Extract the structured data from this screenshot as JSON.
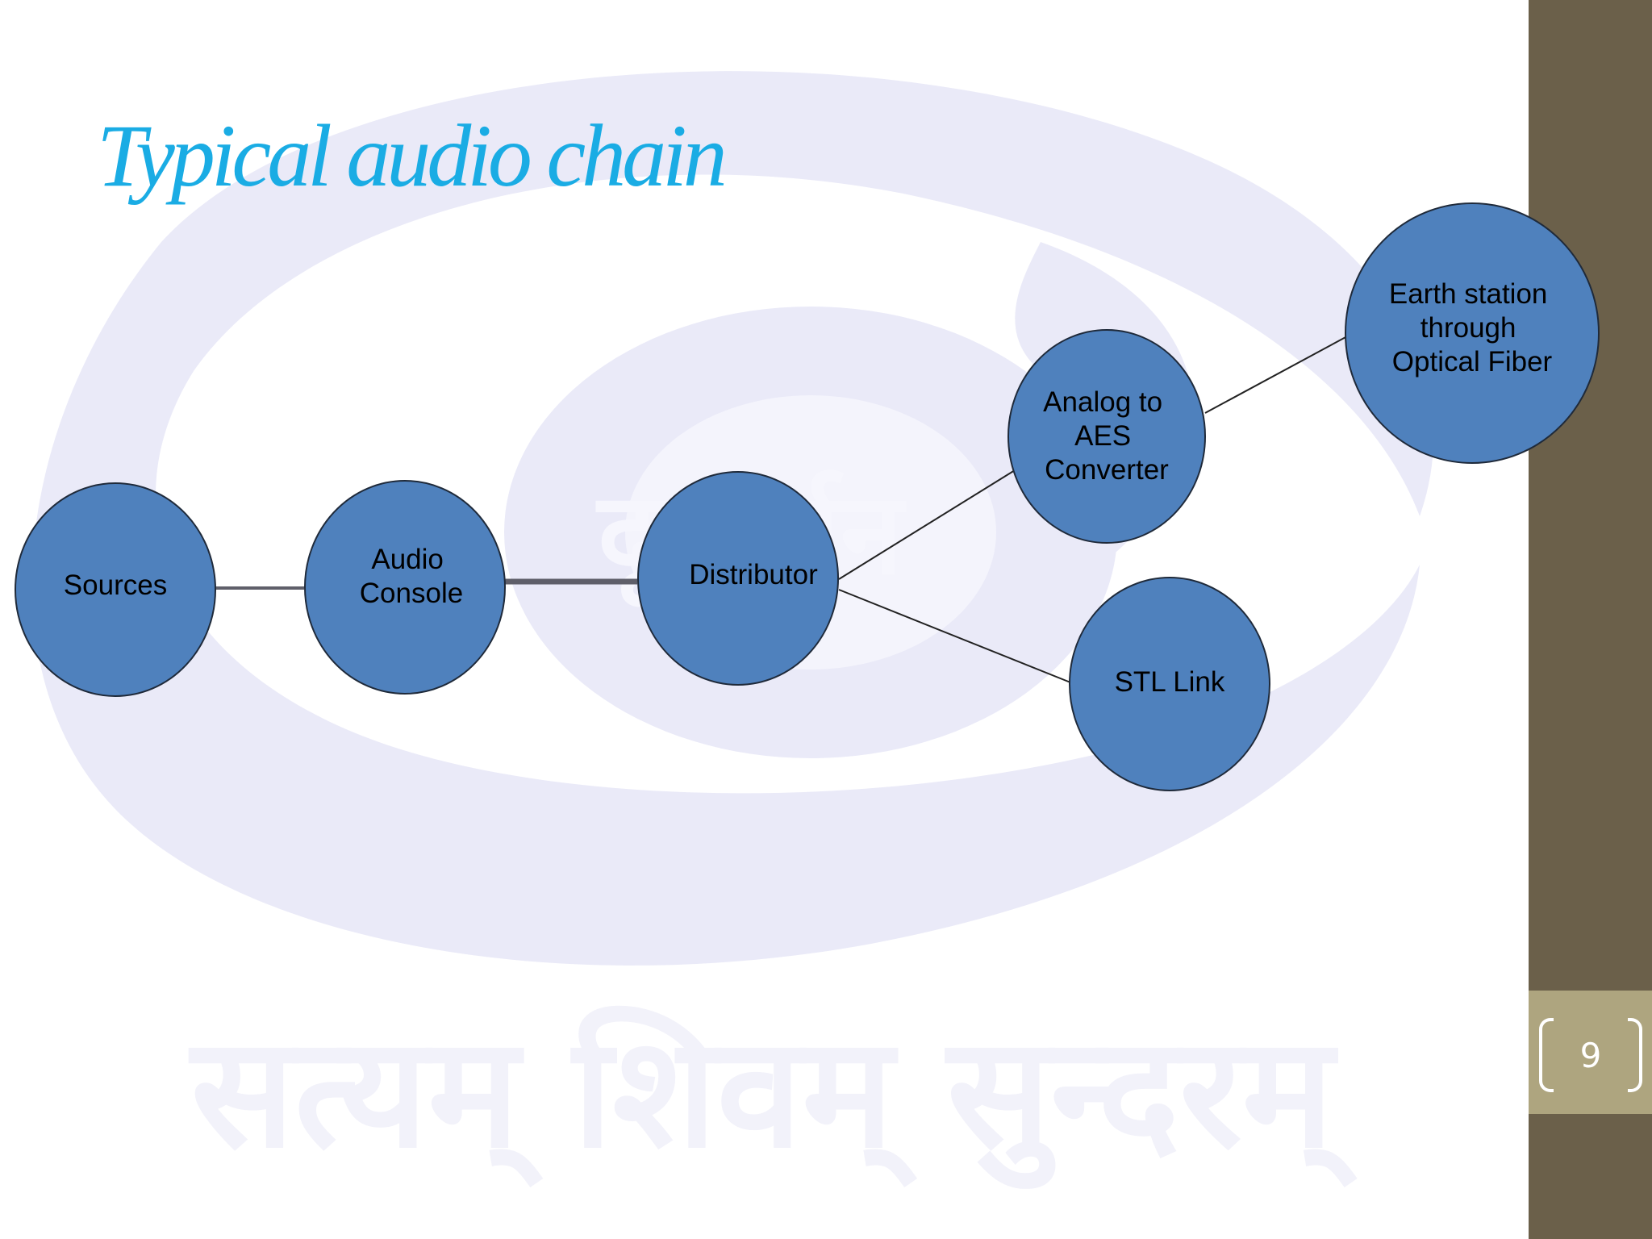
{
  "slide": {
    "title": "Typical audio chain",
    "page_number": "9"
  },
  "colors": {
    "title": "#1aace4",
    "node_fill": "#4f81bd",
    "node_stroke": "#1f2a3a",
    "sidebar": "#6b604a",
    "page_box": "#aea57f",
    "watermark": "#eaeaf8"
  },
  "watermark": {
    "logo_text": "दूरदर्शन",
    "motto": "सत्यम् शिवम् सुन्दरम्"
  },
  "diagram": {
    "nodes": [
      {
        "id": "sources",
        "lines": [
          "Sources"
        ]
      },
      {
        "id": "audio-console",
        "lines": [
          "Audio",
          "Console"
        ]
      },
      {
        "id": "distributor",
        "lines": [
          "Distributor"
        ]
      },
      {
        "id": "analog-to-aes-converter",
        "lines": [
          "Analog to",
          "AES",
          "Converter"
        ]
      },
      {
        "id": "earth-station",
        "lines": [
          "Earth station",
          "through",
          "Optical Fiber"
        ]
      },
      {
        "id": "stl-link",
        "lines": [
          "STL Link"
        ]
      }
    ],
    "edges": [
      {
        "from": "sources",
        "to": "audio-console"
      },
      {
        "from": "audio-console",
        "to": "distributor"
      },
      {
        "from": "distributor",
        "to": "analog-to-aes-converter"
      },
      {
        "from": "distributor",
        "to": "stl-link"
      },
      {
        "from": "analog-to-aes-converter",
        "to": "earth-station"
      }
    ]
  }
}
